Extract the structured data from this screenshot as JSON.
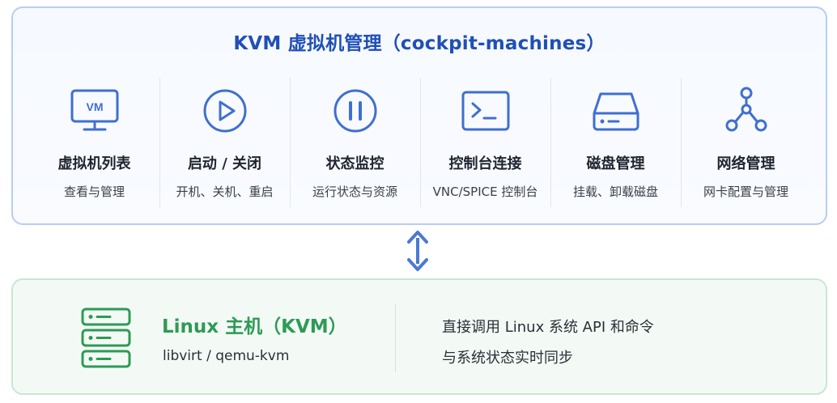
{
  "top": {
    "title": "KVM 虚拟机管理（cockpit-machines）",
    "features": [
      {
        "icon": "vm-monitor-icon",
        "icon_text": "VM",
        "title": "虚拟机列表",
        "desc": "查看与管理"
      },
      {
        "icon": "play-icon",
        "title": "启动 / 关闭",
        "desc": "开机、关机、重启"
      },
      {
        "icon": "pause-icon",
        "title": "状态监控",
        "desc": "运行状态与资源"
      },
      {
        "icon": "terminal-icon",
        "title": "控制台连接",
        "desc": "VNC/SPICE 控制台"
      },
      {
        "icon": "disk-icon",
        "title": "磁盘管理",
        "desc": "挂载、卸载磁盘"
      },
      {
        "icon": "network-icon",
        "title": "网络管理",
        "desc": "网卡配置与管理"
      }
    ]
  },
  "bottom": {
    "title": "Linux 主机（KVM）",
    "subtitle": "libvirt / qemu-kvm",
    "desc_line1": "直接调用 Linux 系统 API 和命令",
    "desc_line2": "与系统状态实时同步"
  },
  "colors": {
    "accent_blue": "#1f4fb8",
    "icon_blue": "#3f6fd0",
    "accent_green": "#2e9a55"
  }
}
